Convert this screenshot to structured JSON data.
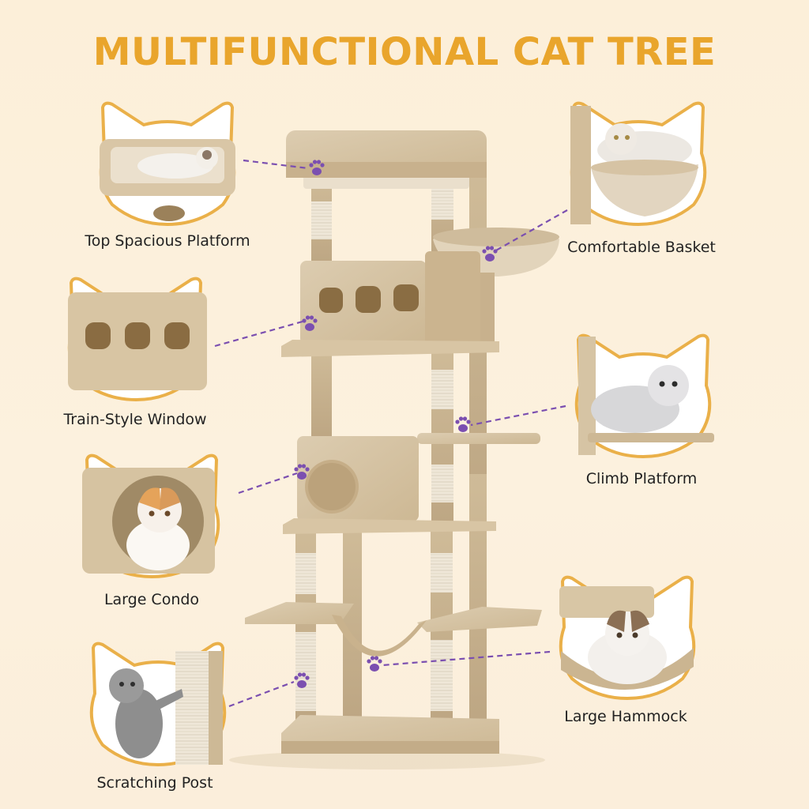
{
  "title": "MULTIFUNCTIONAL CAT TREE",
  "colors": {
    "accent": "#e9a52c",
    "background": "#fcefd9",
    "leader": "#7b4fb0",
    "plush": "#d9c7a7",
    "sisal": "#efe7d8"
  },
  "features": [
    {
      "label": "Top Spacious Platform",
      "icon": "paw-icon"
    },
    {
      "label": "Comfortable Basket",
      "icon": "paw-icon"
    },
    {
      "label": "Train-Style Window",
      "icon": "paw-icon"
    },
    {
      "label": "Climb Platform",
      "icon": "paw-icon"
    },
    {
      "label": "Large Condo",
      "icon": "paw-icon"
    },
    {
      "label": "Large Hammock",
      "icon": "paw-icon"
    },
    {
      "label": "Scratching Post",
      "icon": "paw-icon"
    }
  ]
}
